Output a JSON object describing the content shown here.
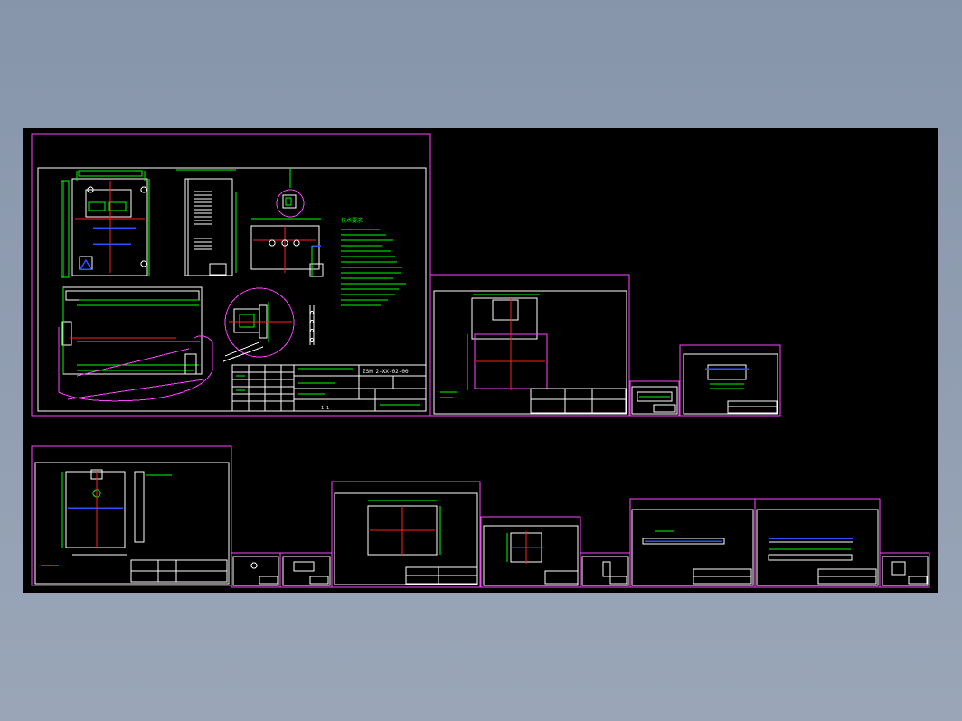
{
  "viewer": {
    "background_color": "#8e9cb0",
    "canvas_color": "#000000"
  },
  "colors": {
    "sheet_border": "#ff44ff",
    "frame": "#ffffff",
    "geometry": "#ffffff",
    "dimension": "#00ff00",
    "centerline": "#ff2020",
    "hidden": "#3050ff",
    "highlight": "#ff00ff"
  },
  "main_sheet": {
    "drawing_number": "ZSH 2-XX-02-00",
    "notes_heading": "技术要求",
    "scale": "1:1"
  }
}
